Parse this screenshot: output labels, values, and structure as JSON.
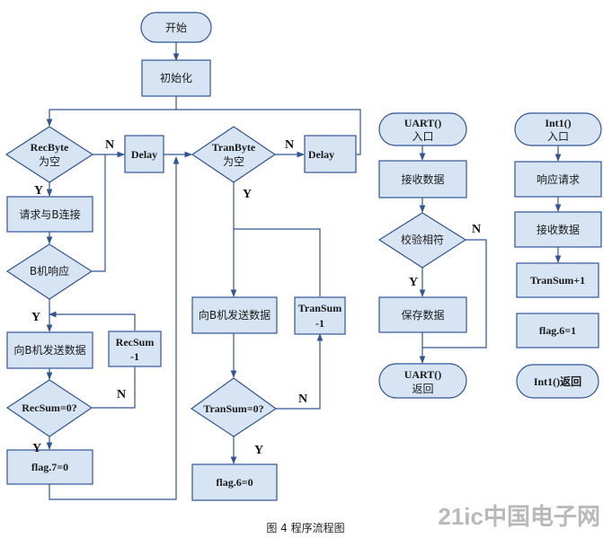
{
  "nodes": {
    "start": "开始",
    "init": "初始化",
    "recbyte_empty": [
      "RecByte",
      "为空"
    ],
    "delay_left": "Delay",
    "tranbyte_empty": [
      "TranByte",
      "为空"
    ],
    "delay_mid": "Delay",
    "request_b": "请求与B连接",
    "b_respond": "B机响应",
    "send_to_b_left": "向B机发送数据",
    "recsum_dec": [
      "RecSum",
      "-1"
    ],
    "recsum_zero": "RecSum=0?",
    "flag7": "flag.7=0",
    "send_to_b_mid": "向B机发送数据",
    "transum_dec": [
      "TranSum",
      "-1"
    ],
    "transum_zero": "TranSum=0?",
    "flag6_mid": "flag.6=0",
    "uart_entry": [
      "UART()",
      "入口"
    ],
    "receive_uart": "接收数据",
    "verify": "校验相符",
    "save_data": "保存数据",
    "uart_return": [
      "UART()",
      "返回"
    ],
    "int1_entry": [
      "Int1()",
      "入口"
    ],
    "respond_req": "响应请求",
    "receive_int1": "接收数据",
    "transum_inc": "TranSum+1",
    "flag6_right": "flag.6=1",
    "int1_return": "Int1()返回"
  },
  "branch_labels": {
    "recbyte_n": "N",
    "recbyte_y": "Y",
    "tranbyte_n": "N",
    "tranbyte_y": "Y",
    "brespond_y": "Y",
    "recsum_n": "N",
    "recsum_y": "Y",
    "transum_n": "N",
    "transum_y": "Y",
    "verify_n": "N",
    "verify_y": "Y"
  },
  "caption": "图 4  程序流程图",
  "watermark": "21ic中国电子网",
  "colors": {
    "fill": "#d7e4f3",
    "stroke": "#2f5597"
  }
}
